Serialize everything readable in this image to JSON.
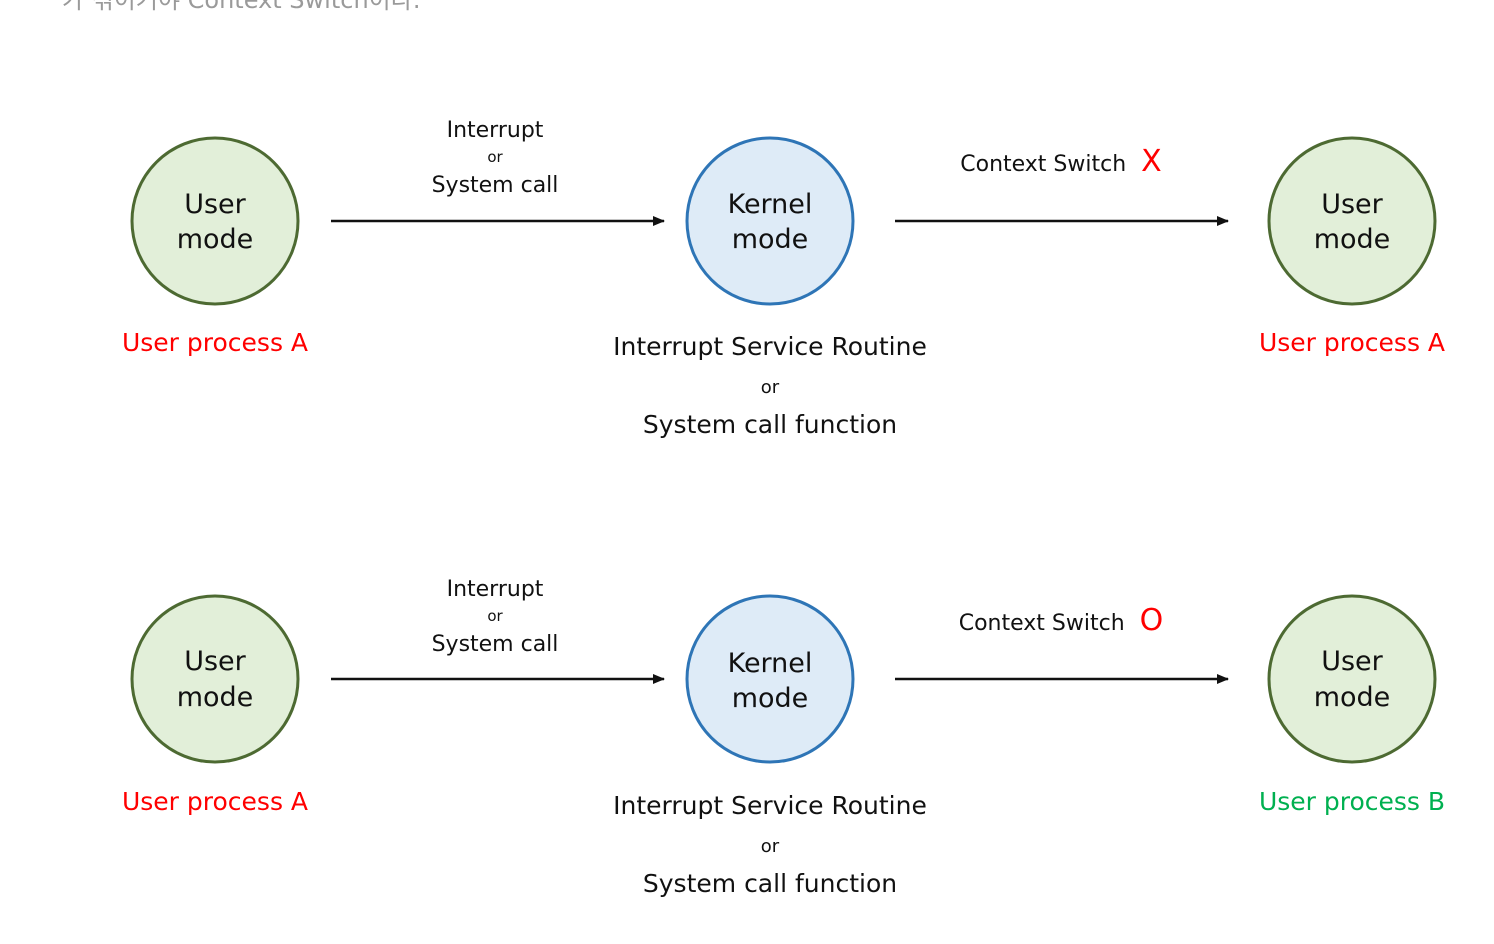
{
  "intro_text": "가 섞이거야 Context Switch이다.",
  "colors": {
    "user_fill": "#e2efd9",
    "user_stroke": "#4d6a32",
    "kernel_fill": "#deebf7",
    "kernel_stroke": "#2e75b6",
    "red": "#ff0000",
    "green": "#00b050",
    "text": "#111111"
  },
  "rows": [
    {
      "start_node": {
        "line1": "User",
        "line2": "mode",
        "caption": "User process A",
        "caption_color": "red"
      },
      "trigger": {
        "line1": "Interrupt",
        "middle": "or",
        "line2": "System call"
      },
      "kernel_node": {
        "line1": "Kernel",
        "line2": "mode"
      },
      "kernel_caption": {
        "line1": "Interrupt Service Routine",
        "middle": "or",
        "line2": "System call function"
      },
      "switch": {
        "label": "Context Switch",
        "mark": "X"
      },
      "end_node": {
        "line1": "User",
        "line2": "mode",
        "caption": "User process A",
        "caption_color": "red"
      }
    },
    {
      "start_node": {
        "line1": "User",
        "line2": "mode",
        "caption": "User process A",
        "caption_color": "red"
      },
      "trigger": {
        "line1": "Interrupt",
        "middle": "or",
        "line2": "System call"
      },
      "kernel_node": {
        "line1": "Kernel",
        "line2": "mode"
      },
      "kernel_caption": {
        "line1": "Interrupt Service Routine",
        "middle": "or",
        "line2": "System call function"
      },
      "switch": {
        "label": "Context Switch",
        "mark": "O"
      },
      "end_node": {
        "line1": "User",
        "line2": "mode",
        "caption": "User process B",
        "caption_color": "green"
      }
    }
  ]
}
